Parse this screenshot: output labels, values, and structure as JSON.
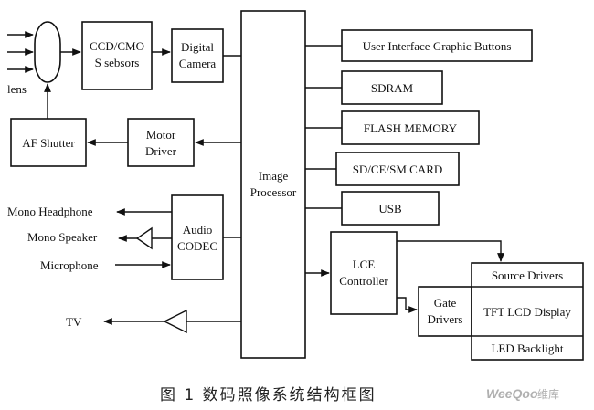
{
  "diagram": {
    "blocks": {
      "lens": "lens",
      "ccd": [
        "CCD/CMO",
        "S sebsors"
      ],
      "digital_camera": [
        "Digital",
        "Camera"
      ],
      "image_processor": [
        "Image",
        "Processor"
      ],
      "ui_buttons": "User Interface Graphic Buttons",
      "sdram": "SDRAM",
      "flash": "FLASH MEMORY",
      "sd_card": "SD/CE/SM CARD",
      "usb": "USB",
      "af_shutter": "AF Shutter",
      "motor_driver": [
        "Motor",
        "Driver"
      ],
      "audio_codec": [
        "Audio",
        "CODEC"
      ],
      "lce_controller": [
        "LCE",
        "Controller"
      ],
      "gate_drivers": [
        "Gate",
        "Drivers"
      ],
      "source_drivers": "Source Drivers",
      "tft_lcd": "TFT LCD Display",
      "led_backlight": "LED Backlight"
    },
    "signals": {
      "mono_headphone": "Mono Headphone",
      "mono_speaker": "Mono Speaker",
      "microphone": "Microphone",
      "tv": "TV"
    }
  },
  "caption": "图 1    数码照像系统结构框图",
  "watermark": {
    "brand": "WeeQoo",
    "suffix": "维库"
  }
}
